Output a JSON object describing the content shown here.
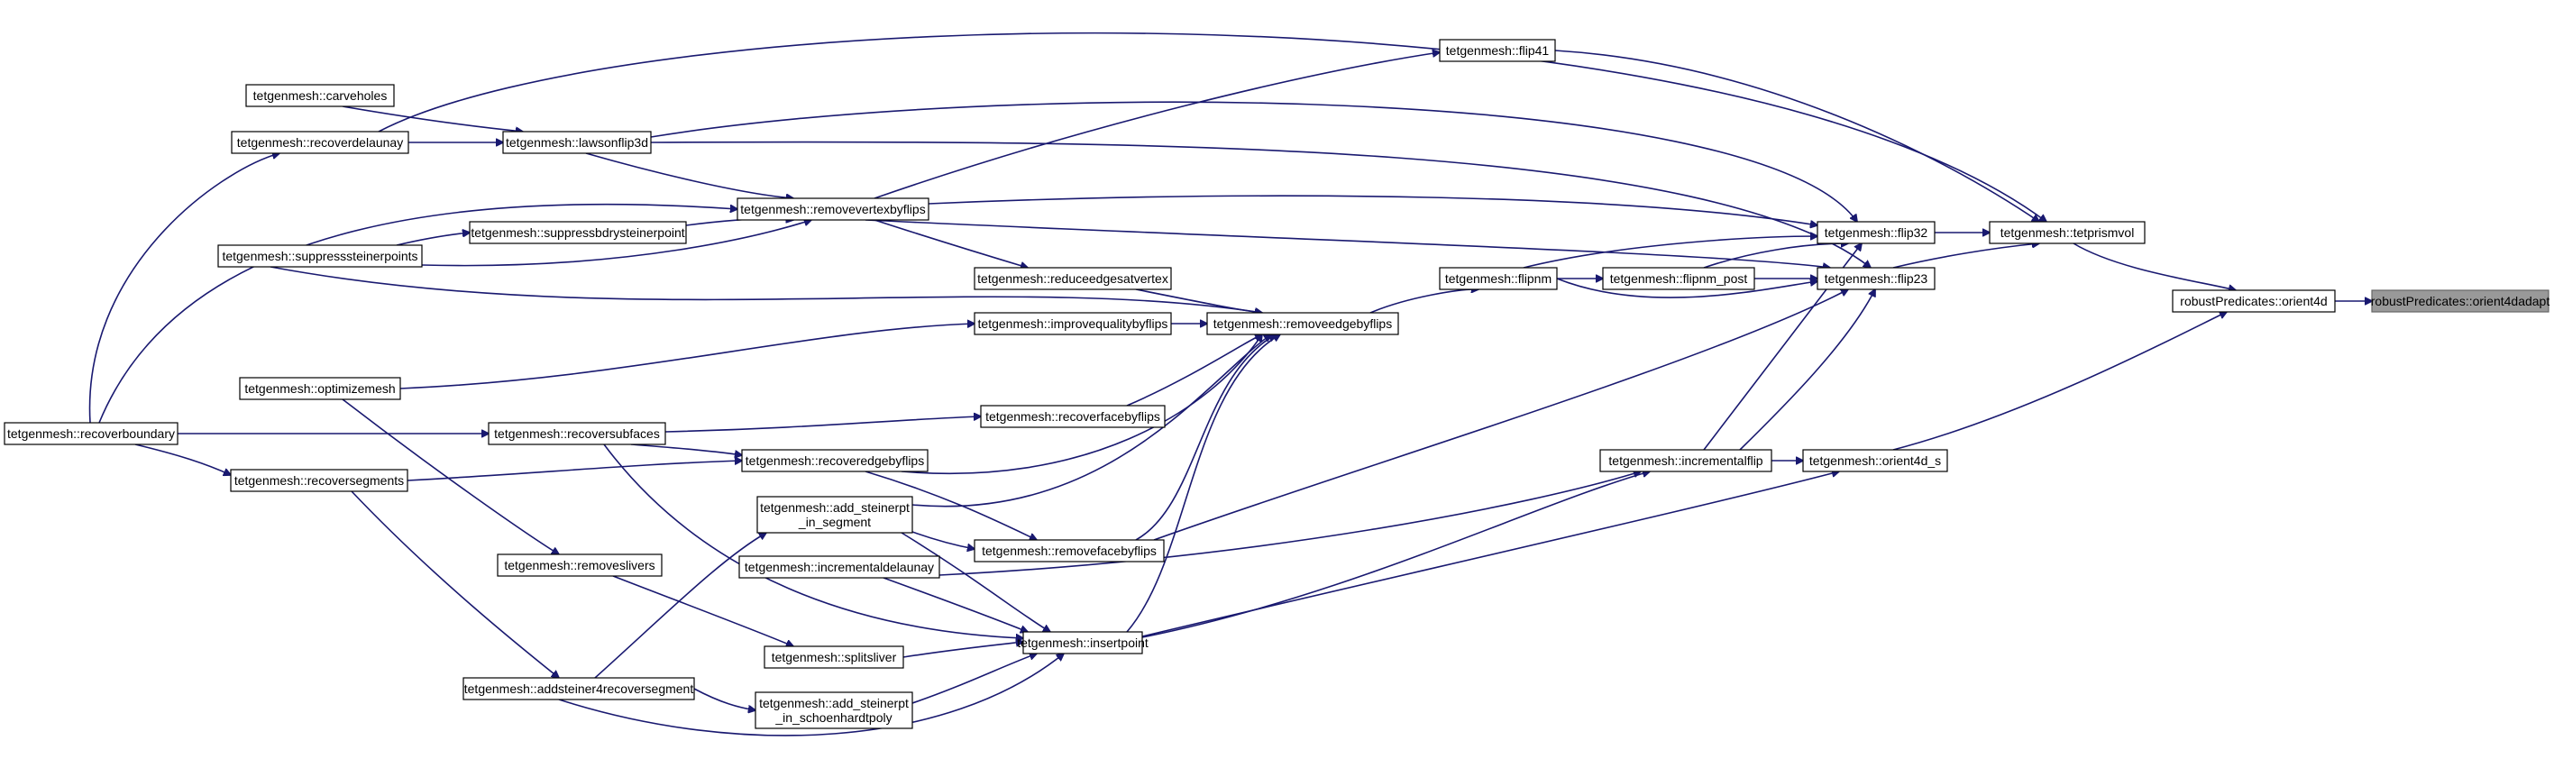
{
  "graph": {
    "colors": {
      "edge": "#191970",
      "root_fill": "#999999",
      "node_fill": "#ffffff",
      "border": "#000000"
    },
    "nodes": [
      {
        "id": "orient4dadapt",
        "label": "robustPredicates::orient4dadapt",
        "highlight": true
      },
      {
        "id": "orient4d",
        "label": "robustPredicates::orient4d"
      },
      {
        "id": "tetprismvol",
        "label": "tetgenmesh::tetprismvol"
      },
      {
        "id": "orient4d_s",
        "label": "tetgenmesh::orient4d_s"
      },
      {
        "id": "flip41",
        "label": "tetgenmesh::flip41"
      },
      {
        "id": "flip32",
        "label": "tetgenmesh::flip32"
      },
      {
        "id": "flip23",
        "label": "tetgenmesh::flip23"
      },
      {
        "id": "incrementalflip",
        "label": "tetgenmesh::incrementalflip"
      },
      {
        "id": "flipnm",
        "label": "tetgenmesh::flipnm"
      },
      {
        "id": "flipnm_post",
        "label": "tetgenmesh::flipnm_post"
      },
      {
        "id": "removeedgebyflips",
        "label": "tetgenmesh::removeedgebyflips"
      },
      {
        "id": "reduceedgesatvertex",
        "label": "tetgenmesh::reduceedgesatvertex"
      },
      {
        "id": "improvequalitybyflips",
        "label": "tetgenmesh::improvequalitybyflips"
      },
      {
        "id": "recoverfacebyflips",
        "label": "tetgenmesh::recoverfacebyflips"
      },
      {
        "id": "recoveredgebyflips",
        "label": "tetgenmesh::recoveredgebyflips"
      },
      {
        "id": "add_steinerpt_in_segment",
        "label": "tetgenmesh::add_steinerpt\n_in_segment"
      },
      {
        "id": "removefacebyflips",
        "label": "tetgenmesh::removefacebyflips"
      },
      {
        "id": "incrementaldelaunay",
        "label": "tetgenmesh::incrementaldelaunay"
      },
      {
        "id": "insertpoint",
        "label": "tetgenmesh::insertpoint"
      },
      {
        "id": "splitsliver",
        "label": "tetgenmesh::splitsliver"
      },
      {
        "id": "add_steinerpt_in_schoenhardtpoly",
        "label": "tetgenmesh::add_steinerpt\n_in_schoenhardtpoly"
      },
      {
        "id": "removevertexbyflips",
        "label": "tetgenmesh::removevertexbyflips"
      },
      {
        "id": "lawsonflip3d",
        "label": "tetgenmesh::lawsonflip3d"
      },
      {
        "id": "carveholes",
        "label": "tetgenmesh::carveholes"
      },
      {
        "id": "recoverdelaunay",
        "label": "tetgenmesh::recoverdelaunay"
      },
      {
        "id": "suppressbdrysteinerpoint",
        "label": "tetgenmesh::suppressbdrysteinerpoint"
      },
      {
        "id": "suppresssteinerpoints",
        "label": "tetgenmesh::suppresssteinerpoints"
      },
      {
        "id": "optimizemesh",
        "label": "tetgenmesh::optimizemesh"
      },
      {
        "id": "recoversubfaces",
        "label": "tetgenmesh::recoversubfaces"
      },
      {
        "id": "recoverboundary",
        "label": "tetgenmesh::recoverboundary"
      },
      {
        "id": "recoversegments",
        "label": "tetgenmesh::recoversegments"
      },
      {
        "id": "removeslivers",
        "label": "tetgenmesh::removeslivers"
      },
      {
        "id": "addsteiner4recoversegment",
        "label": "tetgenmesh::addsteiner4recoversegment"
      }
    ],
    "edges": [
      {
        "from": "orient4d",
        "to": "orient4dadapt"
      },
      {
        "from": "tetprismvol",
        "to": "orient4d"
      },
      {
        "from": "orient4d_s",
        "to": "orient4d"
      },
      {
        "from": "flip32",
        "to": "tetprismvol"
      },
      {
        "from": "flip23",
        "to": "tetprismvol"
      },
      {
        "from": "flip41",
        "to": "tetprismvol"
      },
      {
        "from": "recoverdelaunay",
        "to": "tetprismvol"
      },
      {
        "from": "incrementalflip",
        "to": "orient4d_s"
      },
      {
        "from": "insertpoint",
        "to": "orient4d_s"
      },
      {
        "from": "lawsonflip3d",
        "to": "flip32"
      },
      {
        "from": "removevertexbyflips",
        "to": "flip32"
      },
      {
        "from": "flipnm",
        "to": "flip32"
      },
      {
        "from": "flipnm_post",
        "to": "flip32"
      },
      {
        "from": "incrementalflip",
        "to": "flip32"
      },
      {
        "from": "lawsonflip3d",
        "to": "flip23"
      },
      {
        "from": "removevertexbyflips",
        "to": "flip23"
      },
      {
        "from": "flipnm",
        "to": "flip23"
      },
      {
        "from": "flipnm_post",
        "to": "flip23"
      },
      {
        "from": "incrementalflip",
        "to": "flip23"
      },
      {
        "from": "removefacebyflips",
        "to": "flip23"
      },
      {
        "from": "removevertexbyflips",
        "to": "flip41"
      },
      {
        "from": "flipnm",
        "to": "flipnm_post"
      },
      {
        "from": "removeedgebyflips",
        "to": "flipnm"
      },
      {
        "from": "insertpoint",
        "to": "incrementalflip"
      },
      {
        "from": "incrementaldelaunay",
        "to": "incrementalflip"
      },
      {
        "from": "reduceedgesatvertex",
        "to": "removeedgebyflips"
      },
      {
        "from": "improvequalitybyflips",
        "to": "removeedgebyflips"
      },
      {
        "from": "recoverfacebyflips",
        "to": "removeedgebyflips"
      },
      {
        "from": "recoveredgebyflips",
        "to": "removeedgebyflips"
      },
      {
        "from": "add_steinerpt_in_segment",
        "to": "removeedgebyflips"
      },
      {
        "from": "removefacebyflips",
        "to": "removeedgebyflips"
      },
      {
        "from": "insertpoint",
        "to": "removeedgebyflips"
      },
      {
        "from": "suppresssteinerpoints",
        "to": "removeedgebyflips"
      },
      {
        "from": "removevertexbyflips",
        "to": "reduceedgesatvertex"
      },
      {
        "from": "lawsonflip3d",
        "to": "removevertexbyflips"
      },
      {
        "from": "suppressbdrysteinerpoint",
        "to": "removevertexbyflips"
      },
      {
        "from": "suppresssteinerpoints",
        "to": "removevertexbyflips"
      },
      {
        "from": "recoverboundary",
        "to": "removevertexbyflips"
      },
      {
        "from": "carveholes",
        "to": "lawsonflip3d"
      },
      {
        "from": "recoverdelaunay",
        "to": "lawsonflip3d"
      },
      {
        "from": "suppresssteinerpoints",
        "to": "suppressbdrysteinerpoint"
      },
      {
        "from": "optimizemesh",
        "to": "improvequalitybyflips"
      },
      {
        "from": "recoversubfaces",
        "to": "recoverfacebyflips"
      },
      {
        "from": "recoverboundary",
        "to": "recoversubfaces"
      },
      {
        "from": "recoversegments",
        "to": "recoveredgebyflips"
      },
      {
        "from": "recoversubfaces",
        "to": "recoveredgebyflips"
      },
      {
        "from": "recoveredgebyflips",
        "to": "removefacebyflips"
      },
      {
        "from": "add_steinerpt_in_segment",
        "to": "removefacebyflips"
      },
      {
        "from": "recoverboundary",
        "to": "recoversegments"
      },
      {
        "from": "addsteiner4recoversegment",
        "to": "add_steinerpt_in_segment"
      },
      {
        "from": "add_steinerpt_in_segment",
        "to": "insertpoint"
      },
      {
        "from": "incrementaldelaunay",
        "to": "insertpoint"
      },
      {
        "from": "splitsliver",
        "to": "insertpoint"
      },
      {
        "from": "add_steinerpt_in_schoenhardtpoly",
        "to": "insertpoint"
      },
      {
        "from": "recoversubfaces",
        "to": "insertpoint"
      },
      {
        "from": "addsteiner4recoversegment",
        "to": "insertpoint"
      },
      {
        "from": "removeslivers",
        "to": "splitsliver"
      },
      {
        "from": "optimizemesh",
        "to": "removeslivers"
      },
      {
        "from": "recoversegments",
        "to": "addsteiner4recoversegment"
      },
      {
        "from": "addsteiner4recoversegment",
        "to": "add_steinerpt_in_schoenhardtpoly"
      },
      {
        "from": "recoverboundary",
        "to": "recoverdelaunay"
      }
    ]
  }
}
